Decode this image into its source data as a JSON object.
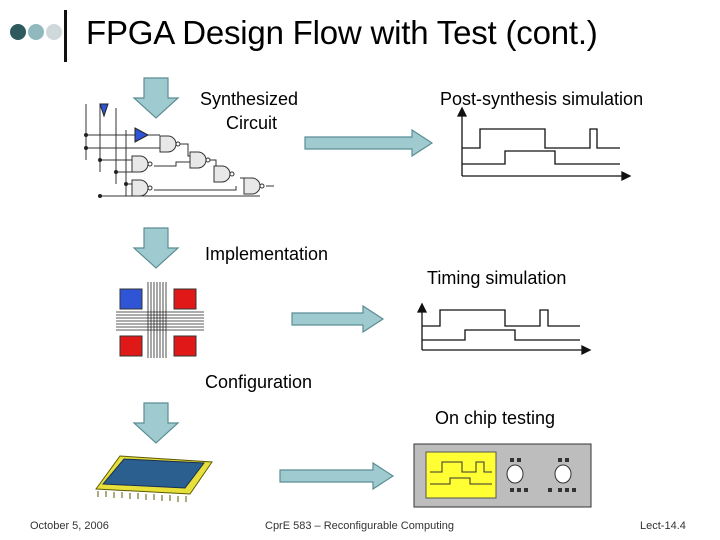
{
  "title": "FPGA Design Flow with Test (cont.)",
  "labels": {
    "synthesized_line1": "Synthesized",
    "synthesized_line2": "Circuit",
    "post_synthesis": "Post-synthesis simulation",
    "implementation": "Implementation",
    "timing": "Timing simulation",
    "configuration": "Configuration",
    "on_chip": "On chip testing"
  },
  "footer": {
    "date": "October 5, 2006",
    "course": "CprE 583 – Reconfigurable Computing",
    "page": "Lect-14.4"
  },
  "colors": {
    "arrow_fill": "#9fcbd0",
    "arrow_stroke": "#5b8e94",
    "dot_dark": "#2e5a5e",
    "dot_mid": "#8fb9bd",
    "dot_light": "#cfd8da",
    "block_blue": "#2f55d6",
    "block_red": "#e01818",
    "chip_blue": "#2a5f8f",
    "pin_yellow": "#e8e03a",
    "screen_yellow": "#ffff33",
    "instrument_gray": "#bdbdbd"
  }
}
